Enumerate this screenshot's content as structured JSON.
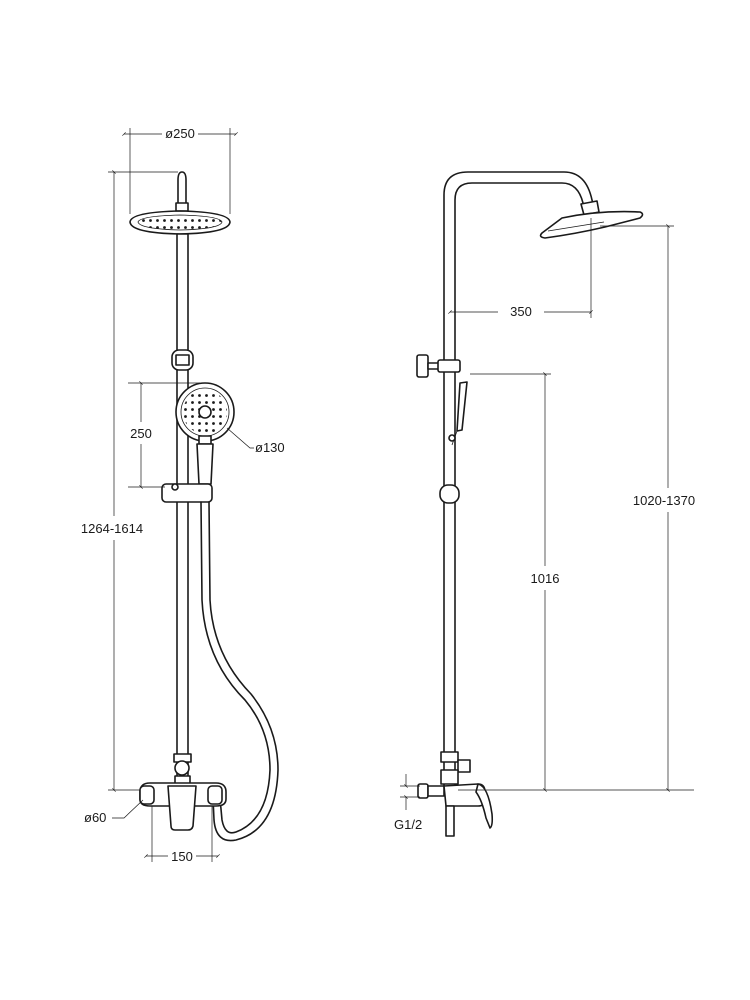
{
  "dimensions": {
    "head_diameter": "ø250",
    "total_height": "1264-1614",
    "hand_shower_range": "250",
    "hand_shower_diameter": "ø130",
    "flange_diameter": "ø60",
    "inlet_spacing": "150",
    "arm_reach": "350",
    "head_height": "1020-1370",
    "holder_height": "1016",
    "thread": "G1/2"
  },
  "colors": {
    "line": "#1a1a1a",
    "background": "#ffffff"
  }
}
